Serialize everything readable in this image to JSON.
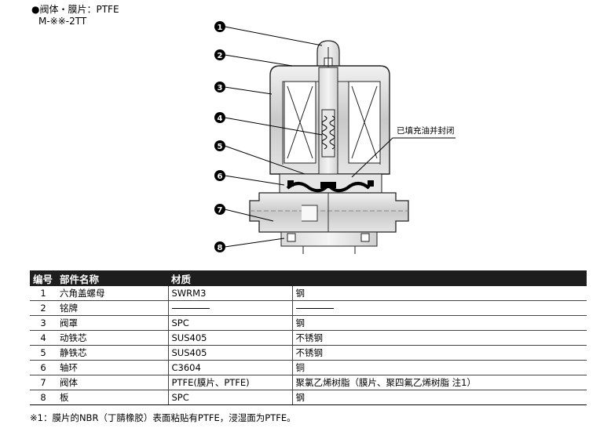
{
  "header": {
    "title": "●阀体・膜片：PTFE",
    "model": "M-※※-2TT"
  },
  "diagram": {
    "callouts": [
      "1",
      "2",
      "3",
      "4",
      "5",
      "6",
      "7",
      "8"
    ],
    "note": "已填充油并封闭"
  },
  "table": {
    "headers": [
      "编号",
      "部件名称",
      "材质"
    ],
    "rows": [
      {
        "no": "1",
        "name": "六角盖螺母",
        "material": "SWRM3",
        "note": "钢"
      },
      {
        "no": "2",
        "name": "铭牌",
        "material": "",
        "note": ""
      },
      {
        "no": "3",
        "name": "阀罩",
        "material": "SPC",
        "note": "钢"
      },
      {
        "no": "4",
        "name": "动铁芯",
        "material": "SUS405",
        "note": "不锈钢"
      },
      {
        "no": "5",
        "name": "静铁芯",
        "material": "SUS405",
        "note": "不锈钢"
      },
      {
        "no": "6",
        "name": "轴环",
        "material": "C3604",
        "note": "铜"
      },
      {
        "no": "7",
        "name": "阀体",
        "material": "PTFE(膜片、PTFE)",
        "note": "聚氯乙烯树脂（膜片、聚四氟乙烯树脂 注1）"
      },
      {
        "no": "8",
        "name": "板",
        "material": "SPC",
        "note": "钢"
      }
    ]
  },
  "footnote": "※1：膜片的NBR（丁腈橡胶）表面粘贴有PTFE，浸湿面为PTFE。"
}
